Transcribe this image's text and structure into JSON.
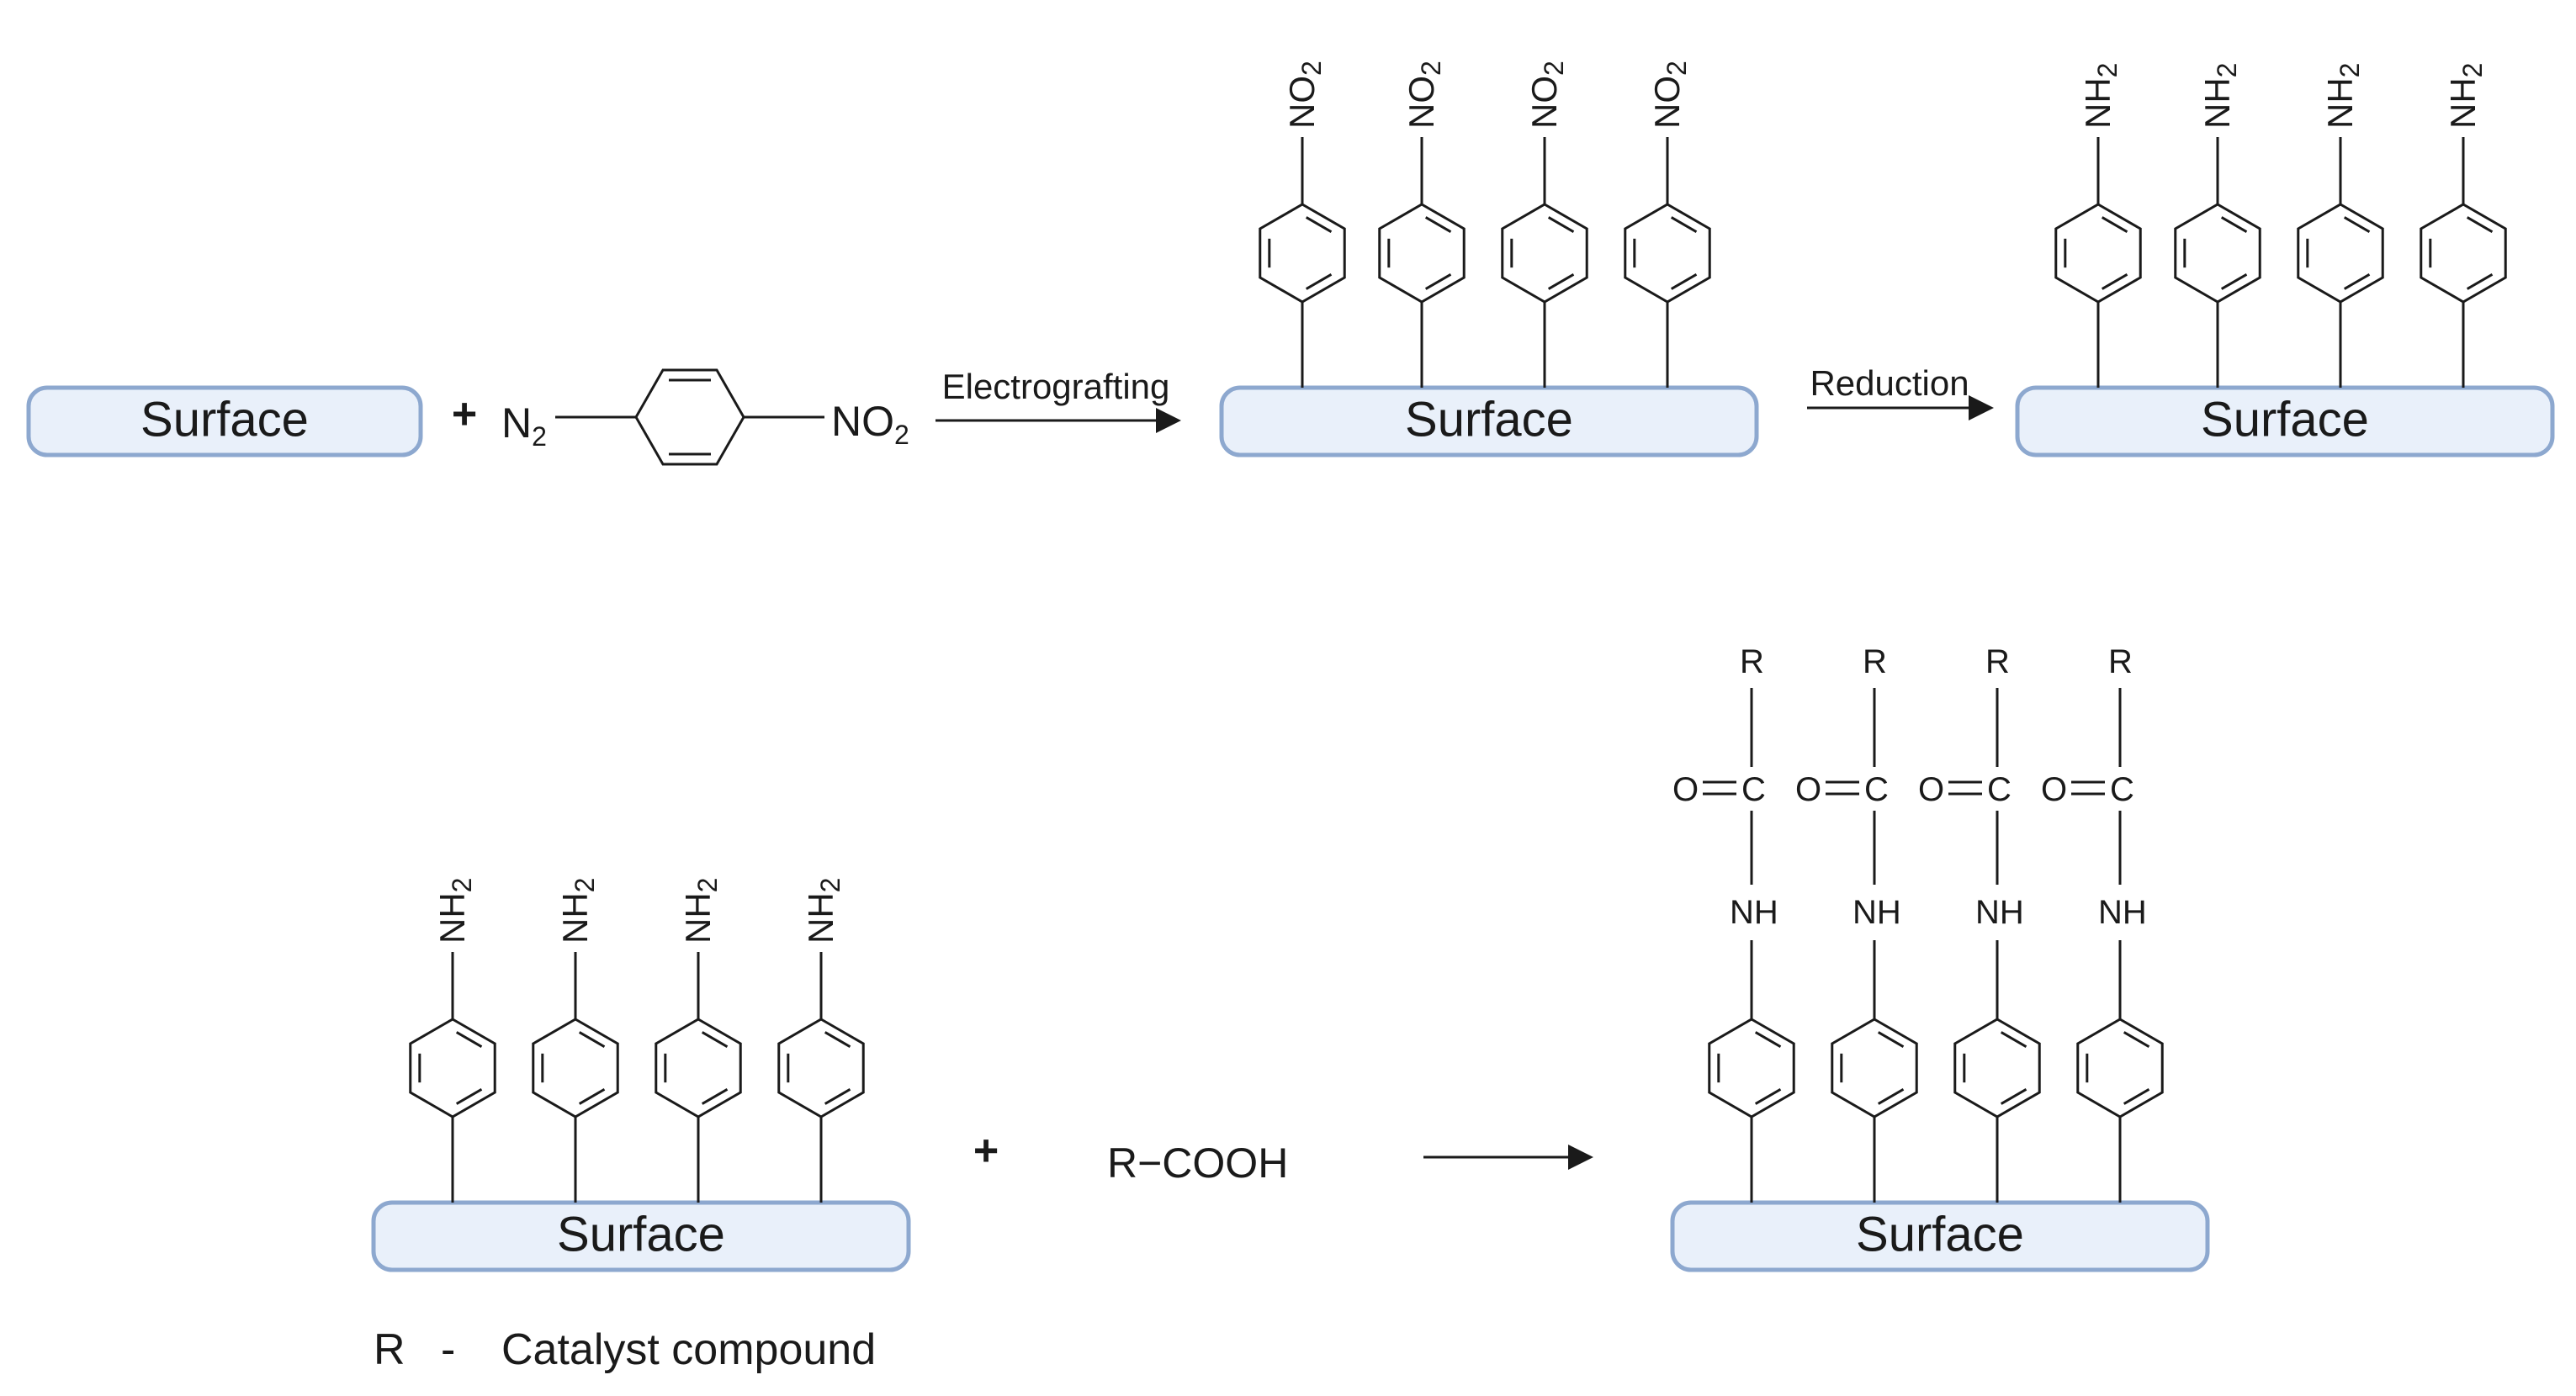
{
  "surface_label": "Surface",
  "plus_sign": "+",
  "reagent": {
    "diazonium": "N",
    "diazonium_sub": "2",
    "nitro": "NO",
    "nitro_sub": "2"
  },
  "groups": {
    "nitro": "NO",
    "nitro_sub": "2",
    "amine": "NH",
    "amine_sub": "2",
    "amide_nh": "NH",
    "carbonyl_o": "O",
    "carbonyl_c": "C",
    "r_group": "R"
  },
  "arrows": {
    "step1": "Electrografting",
    "step2": "Reduction"
  },
  "carboxylic_acid": "R−COOH",
  "legend": {
    "symbol": "R",
    "dash": "-",
    "meaning": "Catalyst compound"
  }
}
